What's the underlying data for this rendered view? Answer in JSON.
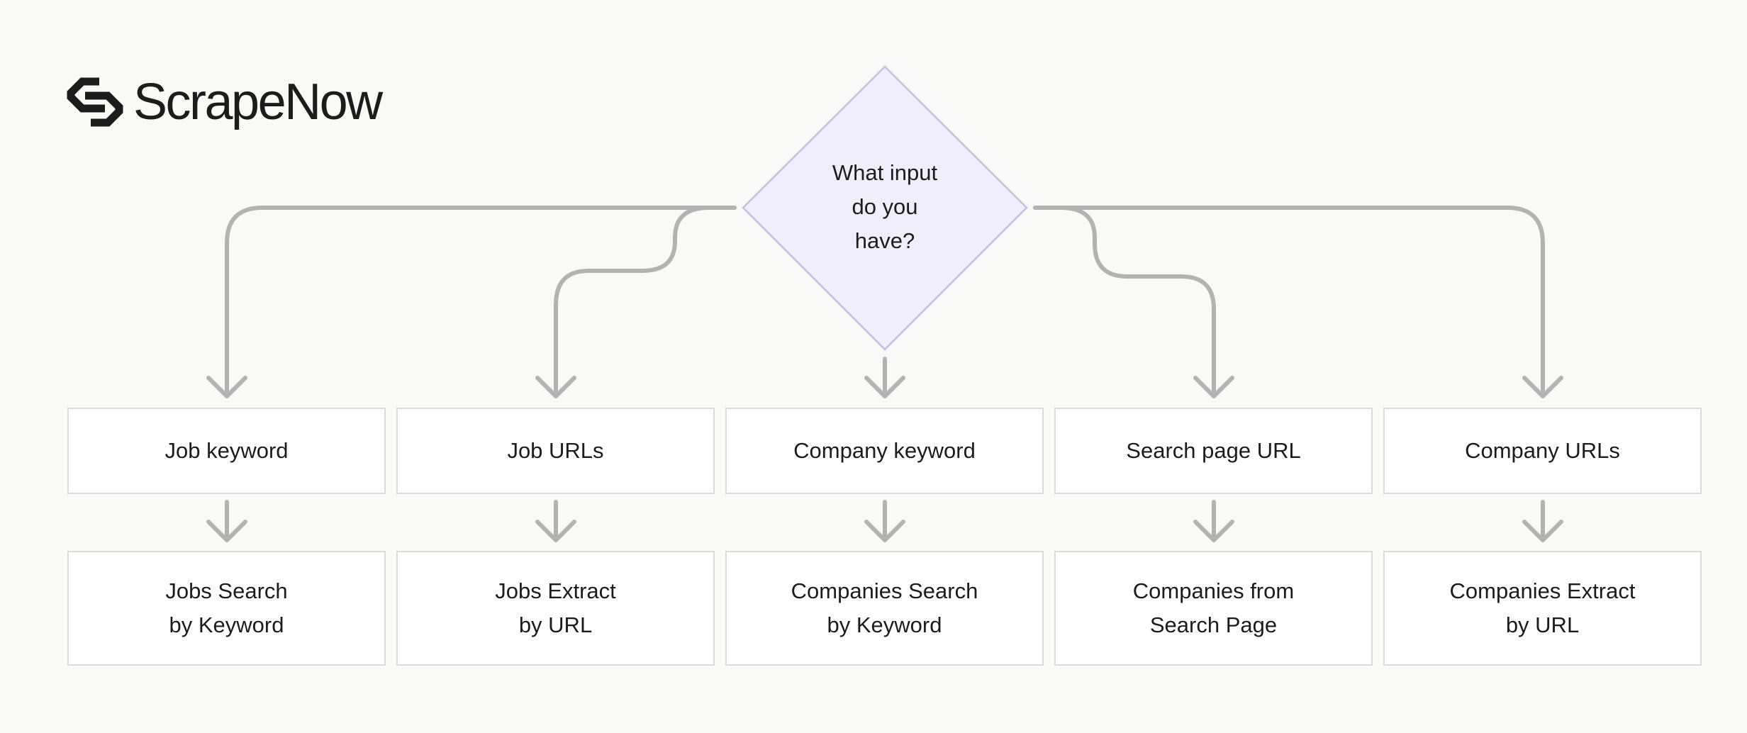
{
  "brand": {
    "name": "ScrapeNow",
    "logo_icon": "scrapenow-logo-icon"
  },
  "decision": {
    "lines": [
      "What input",
      "do you",
      "have?"
    ]
  },
  "inputs": [
    {
      "label": "Job keyword"
    },
    {
      "label": "Job URLs"
    },
    {
      "label": "Company keyword"
    },
    {
      "label": "Search page URL"
    },
    {
      "label": "Company URLs"
    }
  ],
  "outputs": [
    {
      "line1": "Jobs Search",
      "line2": "by Keyword"
    },
    {
      "line1": "Jobs Extract",
      "line2": "by URL"
    },
    {
      "line1": "Companies Search",
      "line2": "by Keyword"
    },
    {
      "line1": "Companies from",
      "line2": "Search Page"
    },
    {
      "line1": "Companies Extract",
      "line2": "by URL"
    }
  ],
  "colors": {
    "background": "#f9f9f7",
    "decision_fill": "#f1eefc",
    "decision_stroke": "#c5bde9",
    "connector": "#b3b3b3",
    "box_border": "#dcdcdc",
    "text": "#1c1c1c"
  }
}
